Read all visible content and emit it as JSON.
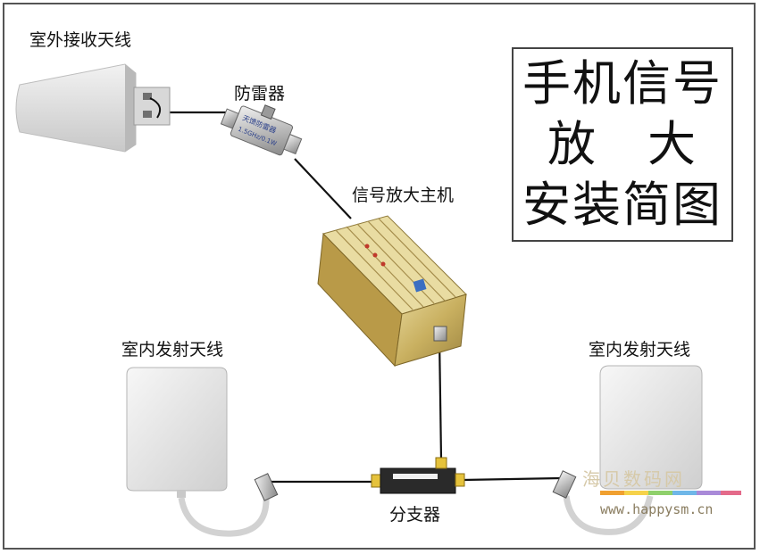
{
  "diagram": {
    "labels": {
      "outdoor_antenna": "室外接收天线",
      "lightning_arrester": "防雷器",
      "amplifier_host": "信号放大主机",
      "indoor_antenna_left": "室内发射天线",
      "indoor_antenna_right": "室内发射天线",
      "splitter": "分支器"
    },
    "title_lines": [
      "手机信号",
      "放　大",
      "安装简图"
    ],
    "device_text": {
      "arrester_text_1": "天馈防雷器",
      "arrester_text_2": "1.5GHz/0.1W"
    },
    "watermark": {
      "text": "海贝数码网",
      "url": "www.happysm.cn",
      "bar_colors": [
        "#f0a030",
        "#f6d24a",
        "#8fd06b",
        "#6fb7e8",
        "#a98ad8",
        "#e46a8a"
      ]
    }
  }
}
